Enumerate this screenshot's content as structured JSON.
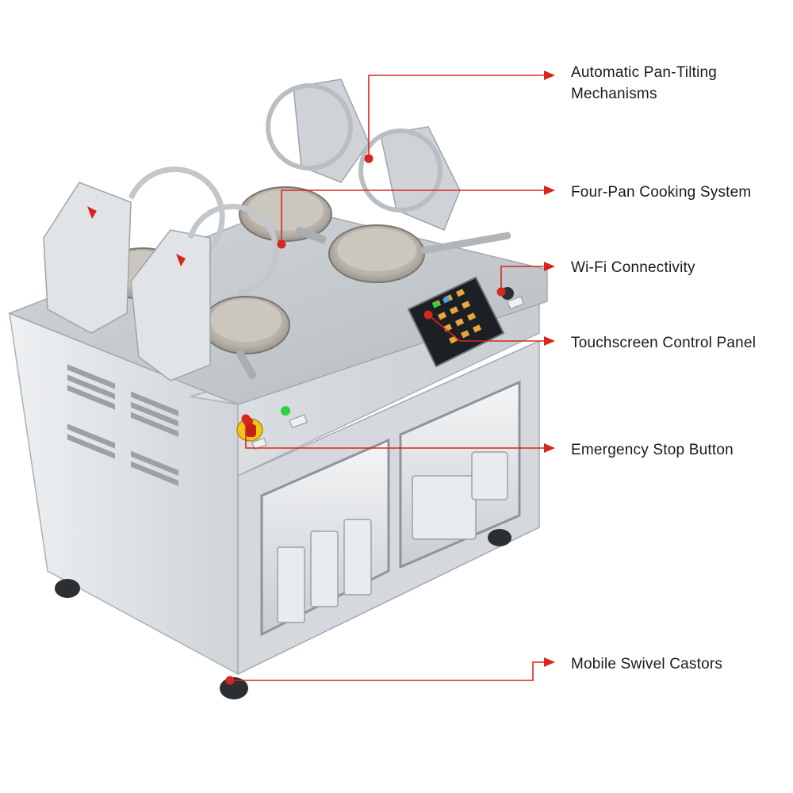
{
  "callouts": [
    {
      "id": "tilt",
      "lines": [
        "Automatic Pan-Tilting",
        "Mechanisms"
      ]
    },
    {
      "id": "pans",
      "lines": [
        "Four-Pan Cooking System"
      ]
    },
    {
      "id": "wifi",
      "lines": [
        "Wi-Fi Connectivity"
      ]
    },
    {
      "id": "screen",
      "lines": [
        "Touchscreen Control Panel"
      ]
    },
    {
      "id": "estop",
      "lines": [
        "Emergency Stop Button"
      ]
    },
    {
      "id": "castor",
      "lines": [
        "Mobile Swivel Castors"
      ]
    }
  ],
  "colors": {
    "accent": "#d7261e",
    "steel_light": "#e6e9ec",
    "steel_mid": "#c3c8cd",
    "steel_dark": "#8d949b",
    "screen": "#1c1f24",
    "status_led": "#2fd23a",
    "estop_yellow": "#f0c419"
  },
  "icons": [
    "emergency-stop-icon",
    "status-led-icon",
    "touchscreen-icon",
    "castor-wheel-icon",
    "cooking-pan-icon"
  ]
}
